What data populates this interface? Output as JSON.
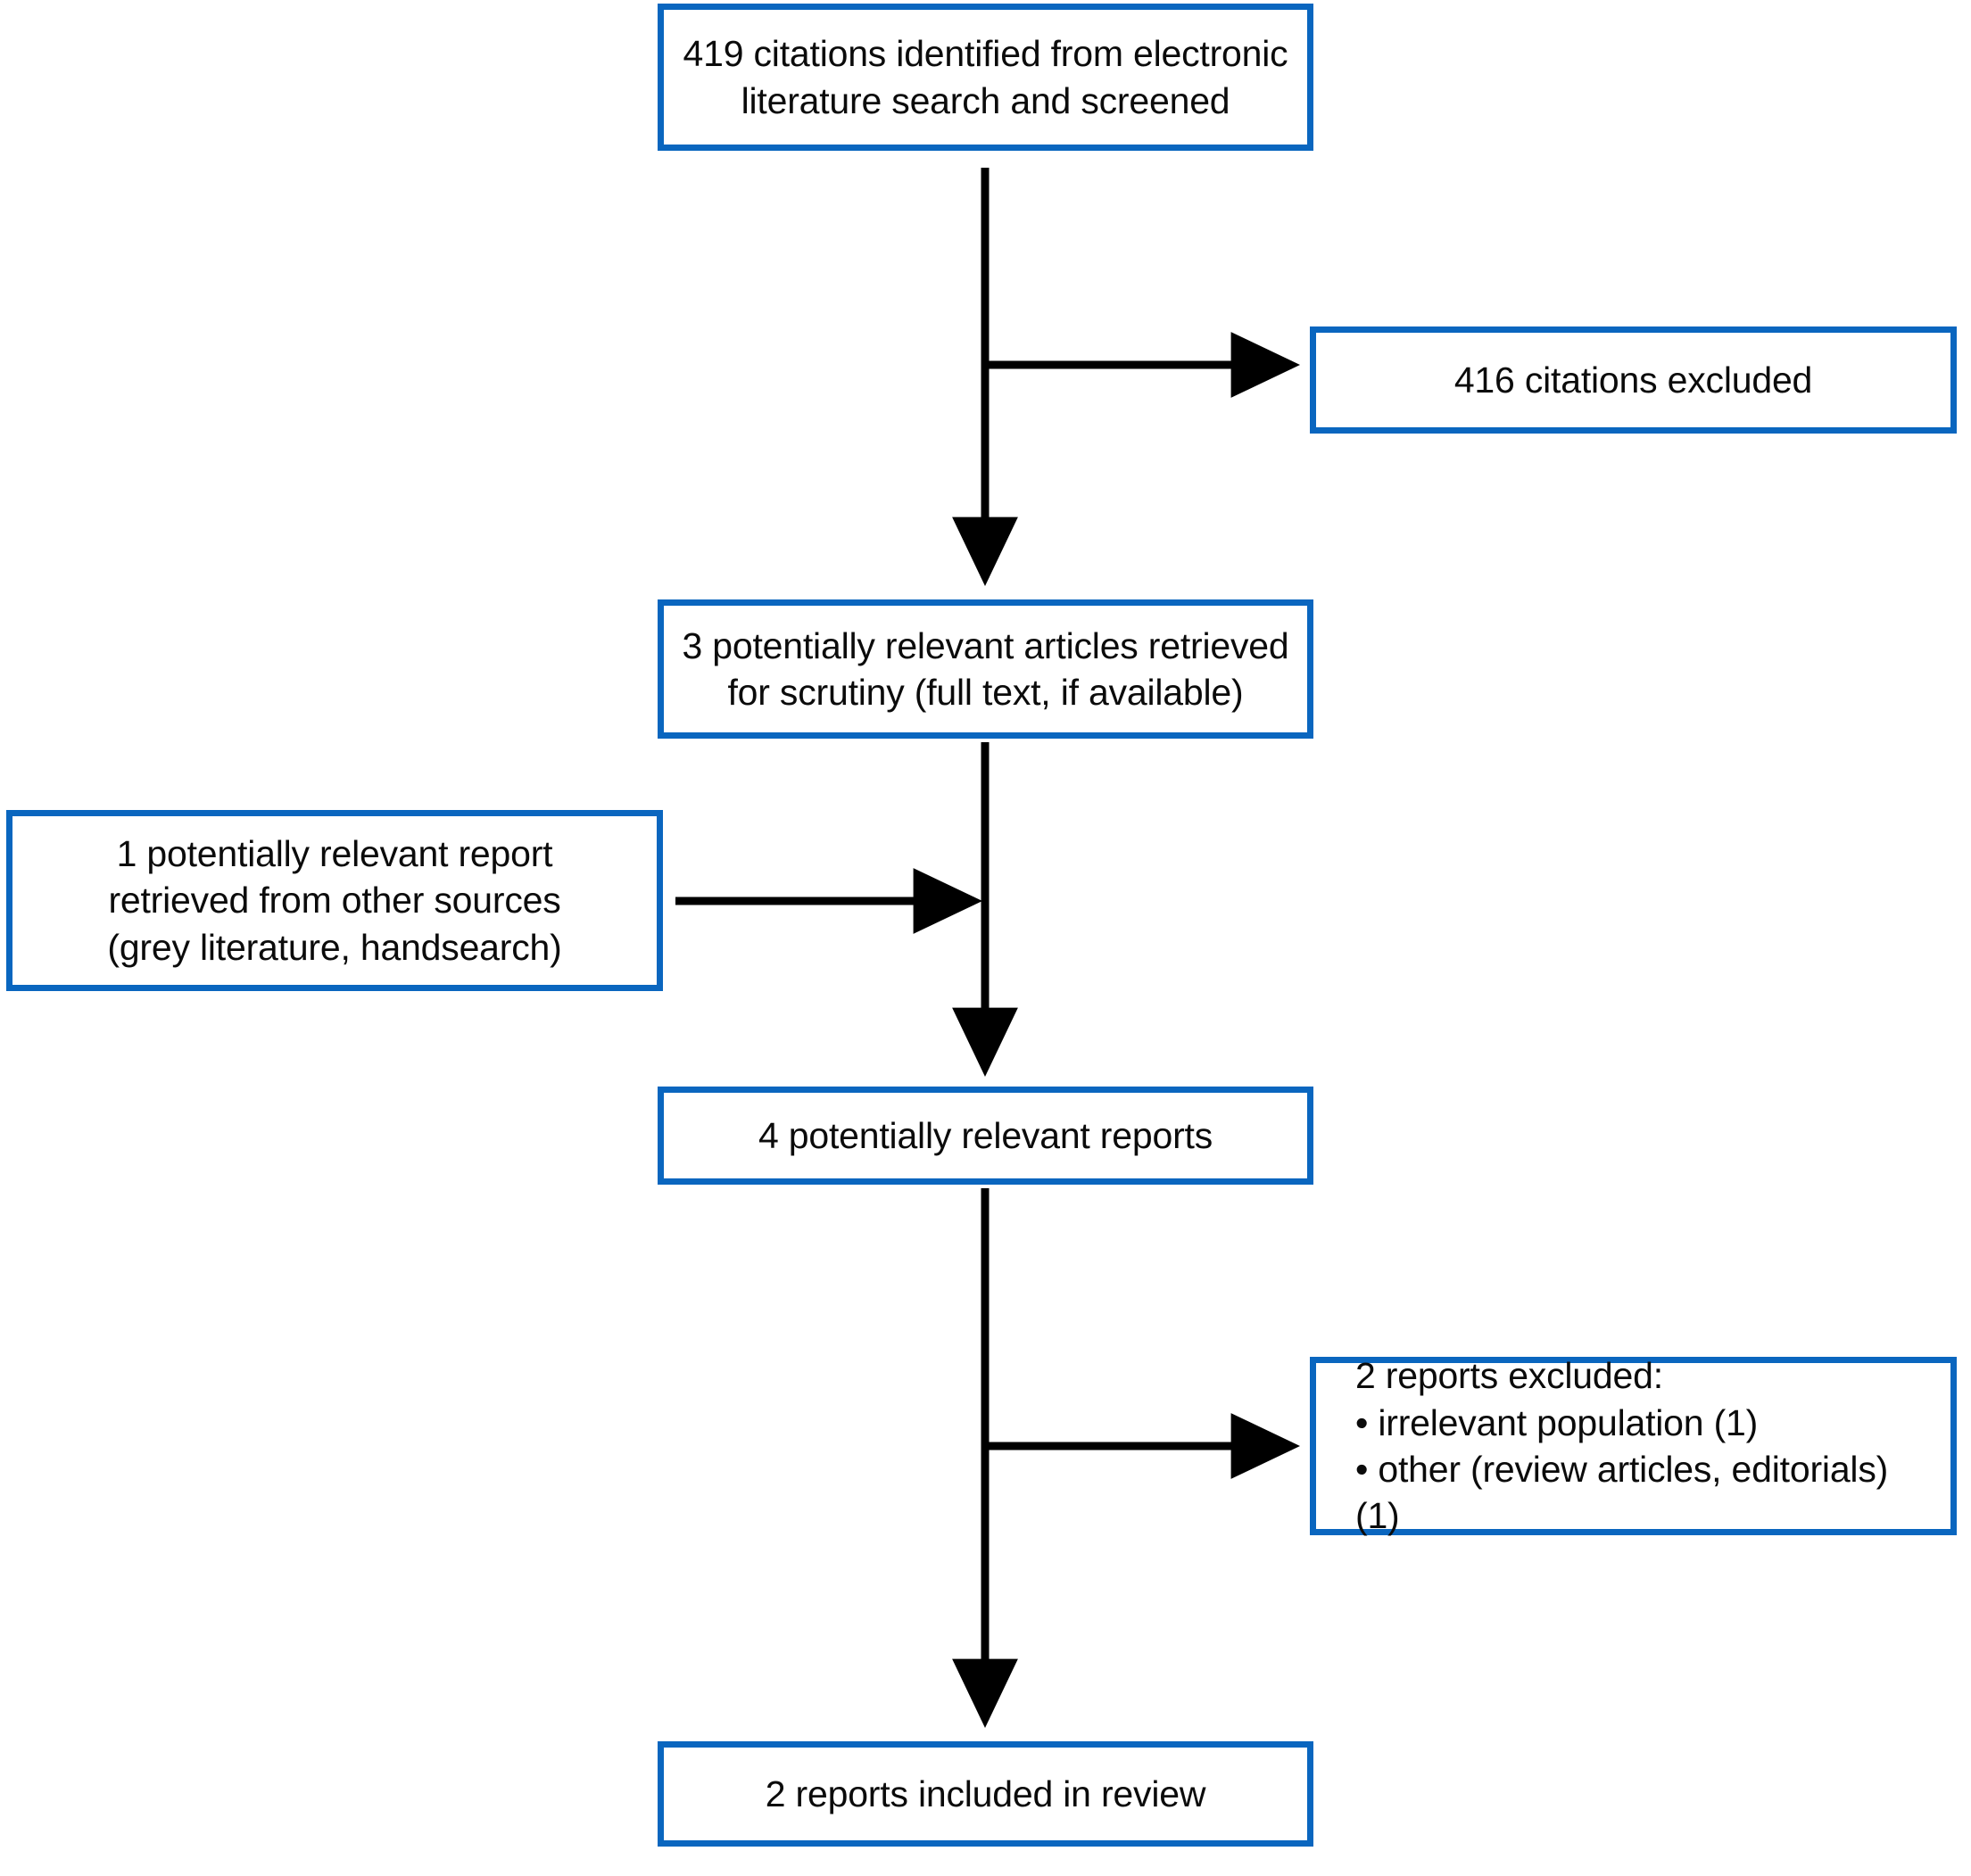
{
  "diagram": {
    "type": "prisma-flow-diagram",
    "title": "Study selection flow diagram",
    "box_border_color": "#0a66bf",
    "text_color": "#0b0b0b",
    "arrow_color": "#000000",
    "background_color": "#ffffff",
    "nodes": [
      {
        "id": "identified",
        "name": "citations-identified-box",
        "text": "419 citations identified from electronic\nliterature search and screened",
        "count": 419,
        "align": "center"
      },
      {
        "id": "excluded_citations",
        "name": "citations-excluded-box",
        "text": "416 citations excluded",
        "count": 416,
        "align": "center"
      },
      {
        "id": "retrieved_articles",
        "name": "articles-retrieved-box",
        "text": "3 potentially relevant articles retrieved\nfor scrutiny (full text, if available)",
        "count": 3,
        "align": "center"
      },
      {
        "id": "other_sources",
        "name": "other-sources-report-box",
        "text": "1 potentially relevant report\nretrieved from other sources\n(grey literature, handsearch)",
        "count": 1,
        "align": "center"
      },
      {
        "id": "relevant_reports",
        "name": "potentially-relevant-reports-box",
        "text": "4 potentially relevant reports",
        "count": 4,
        "align": "center"
      },
      {
        "id": "excluded_reports",
        "name": "reports-excluded-box",
        "text": "2 reports excluded:\n    • irrelevant population (1)\n    • other (review articles, editorials) (1)",
        "count": 2,
        "align": "left"
      },
      {
        "id": "included",
        "name": "reports-included-box",
        "text": "2 reports included in review",
        "count": 2,
        "align": "center"
      }
    ],
    "edges": [
      {
        "id": "e1",
        "name": "arrow-identified-to-retrieved",
        "from": "identified",
        "to": "retrieved_articles",
        "direction": "down"
      },
      {
        "id": "e2",
        "name": "arrow-to-citations-excluded",
        "from": "identified",
        "to": "excluded_citations",
        "direction": "right"
      },
      {
        "id": "e3",
        "name": "arrow-retrieved-to-relevant-reports",
        "from": "retrieved_articles",
        "to": "relevant_reports",
        "direction": "down"
      },
      {
        "id": "e4",
        "name": "arrow-other-sources-to-stem",
        "from": "other_sources",
        "to": "relevant_reports",
        "direction": "right"
      },
      {
        "id": "e5",
        "name": "arrow-relevant-reports-to-included",
        "from": "relevant_reports",
        "to": "included",
        "direction": "down"
      },
      {
        "id": "e6",
        "name": "arrow-to-reports-excluded",
        "from": "relevant_reports",
        "to": "excluded_reports",
        "direction": "right"
      }
    ]
  }
}
